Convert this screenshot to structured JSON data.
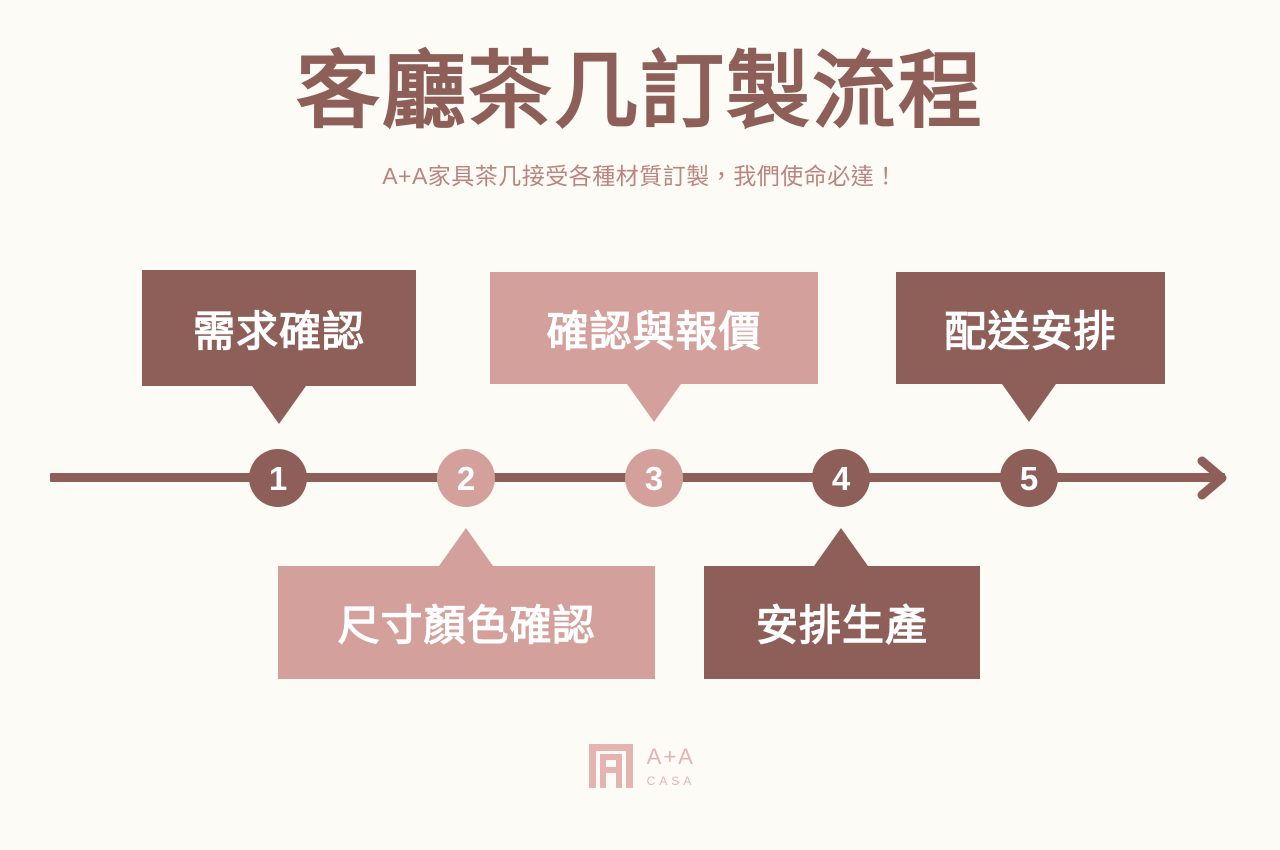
{
  "page": {
    "background_color": "#fdfbf6",
    "accent_dark": "#8d5f58",
    "accent_light": "#d4a09b",
    "logo_color": "#e5b4b2"
  },
  "header": {
    "title": "客廳茶几訂製流程",
    "subtitle": "A+A家具茶几接受各種材質訂製，我們使命必達！"
  },
  "timeline": {
    "direction": "left-to-right",
    "arrow_icon": "arrow-right-icon",
    "steps": [
      {
        "number": "1",
        "label": "需求確認",
        "tone": "dark",
        "position": "top"
      },
      {
        "number": "2",
        "label": "尺寸顏色確認",
        "tone": "light",
        "position": "bottom"
      },
      {
        "number": "3",
        "label": "確認與報價",
        "tone": "light",
        "position": "top"
      },
      {
        "number": "4",
        "label": "安排生產",
        "tone": "dark",
        "position": "bottom"
      },
      {
        "number": "5",
        "label": "配送安排",
        "tone": "dark",
        "position": "top"
      }
    ]
  },
  "logo": {
    "mark_icon": "aa-casa-table-icon",
    "name": "A+A",
    "tagline": "CASA"
  }
}
